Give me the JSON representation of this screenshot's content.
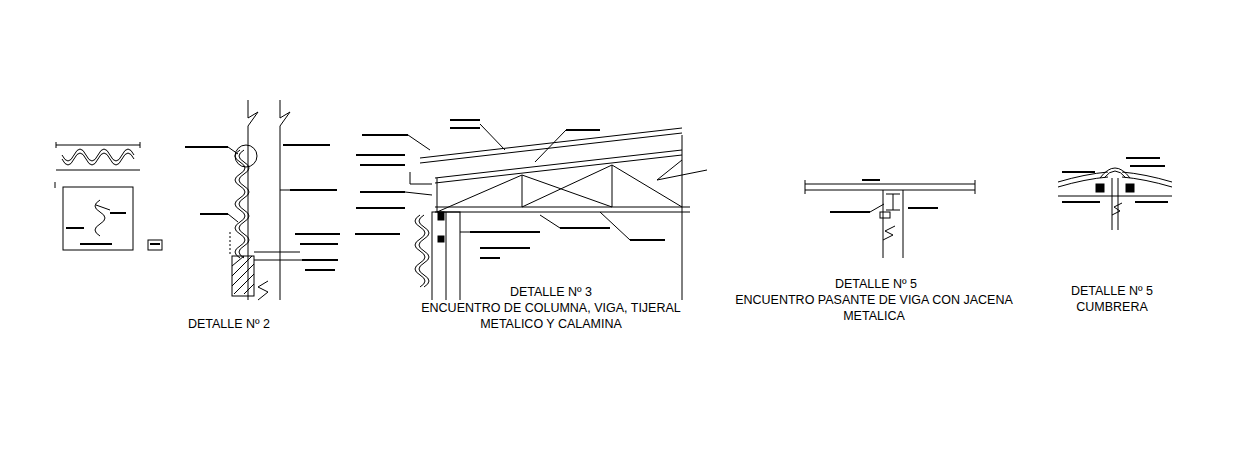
{
  "diagram": {
    "labels": [
      "DETALLE Nº 2",
      "DETALLE Nº 3",
      "ENCUENTRO DE COLUMNA, VIGA, TIJERAL METALICO Y CALAMINA",
      "DETALLE Nº 5",
      "ENCUENTRO PASANTE DE VIGA CON JACENA METALICA",
      "DETALLE Nº 5",
      "CUMBRERA"
    ]
  }
}
